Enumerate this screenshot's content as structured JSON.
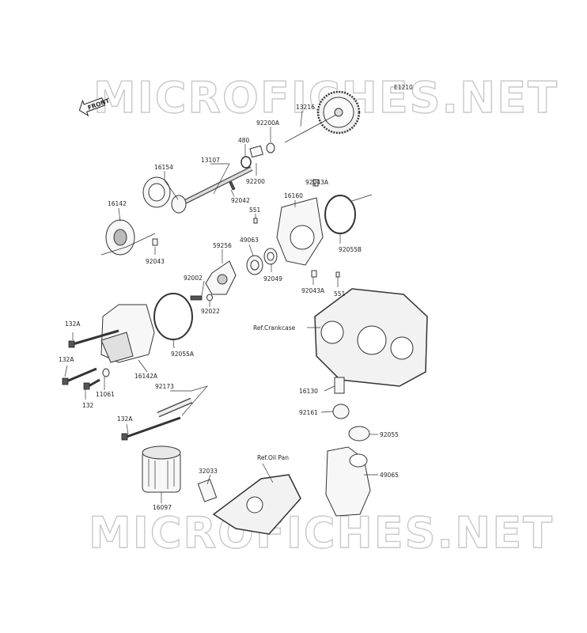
{
  "watermark": {
    "text": "MICROFICHES.NET"
  },
  "diagram": {
    "code": "E1210",
    "front_label": "FRONT"
  },
  "parts": [
    {
      "id": "13216",
      "label": "13216"
    },
    {
      "id": "92200A",
      "label": "92200A"
    },
    {
      "id": "480",
      "label": "480"
    },
    {
      "id": "92200",
      "label": "92200"
    },
    {
      "id": "13107",
      "label": "13107"
    },
    {
      "id": "16154",
      "label": "16154"
    },
    {
      "id": "92042",
      "label": "92042"
    },
    {
      "id": "16142",
      "label": "16142"
    },
    {
      "id": "92043",
      "label": "92043"
    },
    {
      "id": "92043A_top",
      "label": "92043A"
    },
    {
      "id": "16160",
      "label": "16160"
    },
    {
      "id": "551_top",
      "label": "551"
    },
    {
      "id": "49063",
      "label": "49063"
    },
    {
      "id": "59256",
      "label": "59256"
    },
    {
      "id": "92049",
      "label": "92049"
    },
    {
      "id": "92055B",
      "label": "92055B"
    },
    {
      "id": "92043A_bot",
      "label": "92043A"
    },
    {
      "id": "551_bot",
      "label": "551"
    },
    {
      "id": "92002",
      "label": "92002"
    },
    {
      "id": "92022",
      "label": "92022"
    },
    {
      "id": "92055A",
      "label": "92055A"
    },
    {
      "id": "132A_1",
      "label": "132A"
    },
    {
      "id": "132A_2",
      "label": "132A"
    },
    {
      "id": "132",
      "label": "132"
    },
    {
      "id": "11061",
      "label": "11061"
    },
    {
      "id": "16142A",
      "label": "16142A"
    },
    {
      "id": "92173",
      "label": "92173"
    },
    {
      "id": "132A_3",
      "label": "132A"
    },
    {
      "id": "16130",
      "label": "16130"
    },
    {
      "id": "92161",
      "label": "92161"
    },
    {
      "id": "92055",
      "label": "92055"
    },
    {
      "id": "49065",
      "label": "49065"
    },
    {
      "id": "16097",
      "label": "16097"
    },
    {
      "id": "32033",
      "label": "32033"
    }
  ],
  "references": {
    "crankcase": "Ref.Crankcase",
    "oil_pan": "Ref.Oil Pan"
  }
}
